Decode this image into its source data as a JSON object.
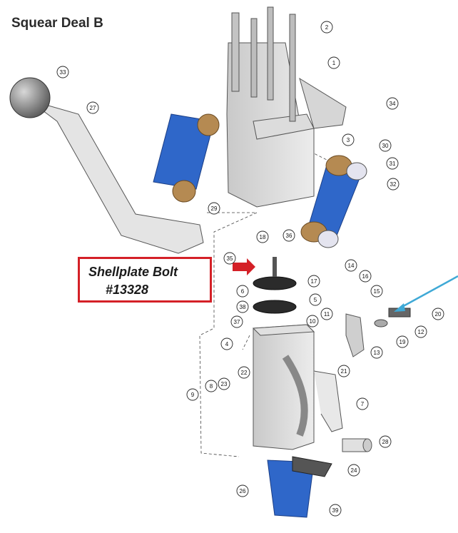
{
  "title": "Squear Deal B",
  "callout": {
    "line1": "Shellplate Bolt",
    "line2": "#13328"
  },
  "colors": {
    "accent_blue": "#2f67c9",
    "bronze": "#b58a52",
    "red_callout": "#d42027",
    "cyan_arrow": "#3fa9d6"
  },
  "part_labels": [
    "1",
    "2",
    "3",
    "4",
    "5",
    "6",
    "7",
    "8",
    "9",
    "10",
    "11",
    "12",
    "13",
    "14",
    "15",
    "16",
    "17",
    "18",
    "19",
    "20",
    "21",
    "22",
    "23",
    "24",
    "26",
    "27",
    "28",
    "29",
    "30",
    "31",
    "32",
    "33",
    "34",
    "35",
    "36",
    "37",
    "38",
    "39"
  ]
}
